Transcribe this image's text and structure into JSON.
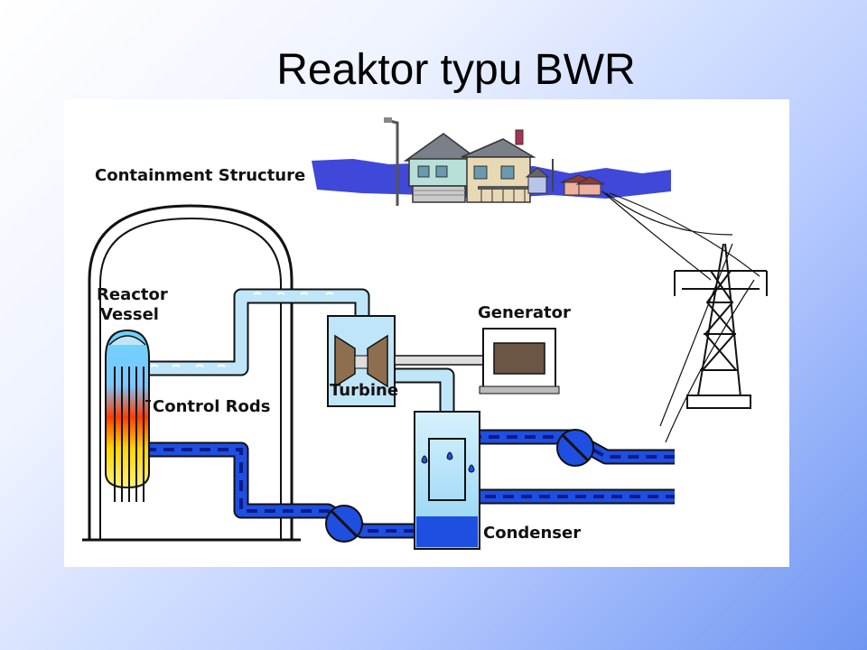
{
  "slide": {
    "title": "Reaktor typu BWR"
  },
  "diagram": {
    "labels": {
      "containment": "Containment Structure",
      "reactor_line1": "Reactor",
      "reactor_line2": "Vessel",
      "control_rods": "Control Rods",
      "turbine": "Turbine",
      "generator": "Generator",
      "condenser": "Condenser"
    },
    "colors": {
      "steam": "#bfe6f8",
      "water": "#1f4fe0",
      "water_dash": "#0b1a8c",
      "core_hot": "#ff3d00",
      "core_warm": "#ffe34d",
      "sky": "#6f96f2"
    }
  }
}
